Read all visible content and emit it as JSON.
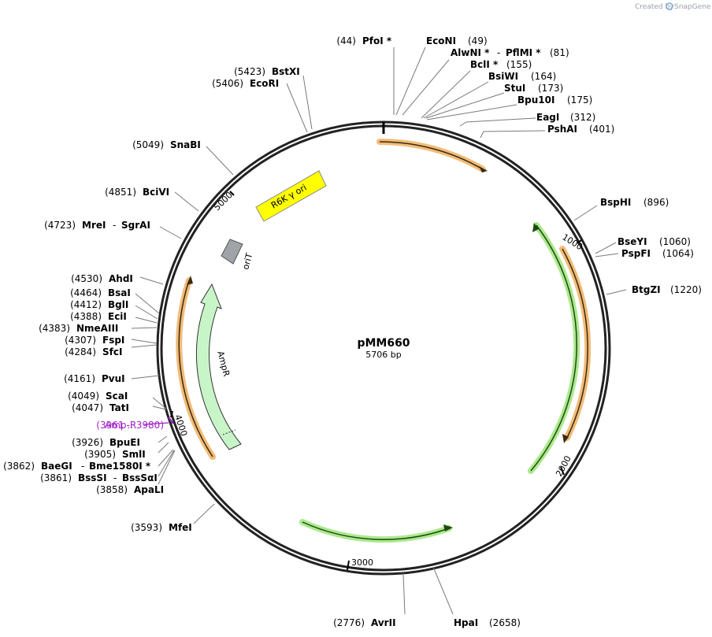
{
  "credit": {
    "prefix": "Created by",
    "brand": "SnapGene"
  },
  "plasmid": {
    "name": "pMM660",
    "length_label": "5706 bp"
  },
  "ticks": [
    "1000",
    "2000",
    "3000",
    "4000",
    "5000"
  ],
  "features": {
    "r6k": "R6K γ ori",
    "orit": "oriT",
    "ampr": "AmpR"
  },
  "primer": {
    "range": "(3961 .. 3980)",
    "name": "Amp-R"
  },
  "sites": [
    {
      "pos": "(44)",
      "name": "PfoI *"
    },
    {
      "pos": "(49)",
      "name": "EcoNI"
    },
    {
      "name": "AlwNI *",
      "sep": "-",
      "name2": "PflMI *",
      "pos": "(81)"
    },
    {
      "name": "BclI *",
      "pos": "(155)"
    },
    {
      "name": "BsiWI",
      "pos": "(164)"
    },
    {
      "name": "StuI",
      "pos": "(173)"
    },
    {
      "name": "Bpu10I",
      "pos": "(175)"
    },
    {
      "name": "EagI",
      "pos": "(312)"
    },
    {
      "name": "PshAI",
      "pos": "(401)"
    },
    {
      "name": "BspHI",
      "pos": "(896)"
    },
    {
      "name": "BseYI",
      "pos": "(1060)"
    },
    {
      "name": "PspFI",
      "pos": "(1064)"
    },
    {
      "name": "BtgZI",
      "pos": "(1220)"
    },
    {
      "name": "HpaI",
      "pos": "(2658)"
    },
    {
      "pos": "(2776)",
      "name": "AvrII"
    },
    {
      "pos": "(3593)",
      "name": "MfeI"
    },
    {
      "pos": "(3858)",
      "name": "ApaLI"
    },
    {
      "pos": "(3861)",
      "name": "BssSI",
      "sep": "-",
      "name2": "BssSαI"
    },
    {
      "pos": "(3862)",
      "name": "BaeGI",
      "sep": "-",
      "name2": "Bme1580I *"
    },
    {
      "pos": "(3905)",
      "name": "SmlI"
    },
    {
      "pos": "(3926)",
      "name": "BpuEI"
    },
    {
      "pos": "(4047)",
      "name": "TatI"
    },
    {
      "pos": "(4049)",
      "name": "ScaI"
    },
    {
      "pos": "(4161)",
      "name": "PvuI"
    },
    {
      "pos": "(4284)",
      "name": "SfcI"
    },
    {
      "pos": "(4307)",
      "name": "FspI"
    },
    {
      "pos": "(4383)",
      "name": "NmeAIII"
    },
    {
      "pos": "(4388)",
      "name": "EciI"
    },
    {
      "pos": "(4412)",
      "name": "BglI"
    },
    {
      "pos": "(4464)",
      "name": "BsaI"
    },
    {
      "pos": "(4530)",
      "name": "AhdI"
    },
    {
      "pos": "(4723)",
      "name": "MreI",
      "sep": "-",
      "name2": "SgrAI"
    },
    {
      "pos": "(4851)",
      "name": "BciVI"
    },
    {
      "pos": "(5049)",
      "name": "SnaBI"
    },
    {
      "pos": "(5406)",
      "name": "EcoRI"
    },
    {
      "pos": "(5423)",
      "name": "BstXI"
    }
  ],
  "colors": {
    "backbone": "#222222",
    "orange": "#f0b060",
    "green": "#9ee57a",
    "yellow": "#ffff00",
    "gray": "#a0a4a8",
    "ampr_fill": "#c8f5c8",
    "primer": "#a020c8"
  }
}
